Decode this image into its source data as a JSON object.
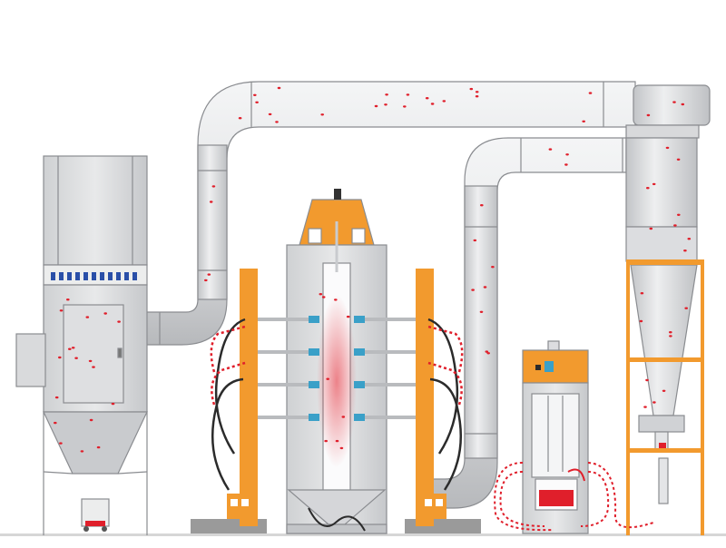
{
  "colors": {
    "duct": "#e2e3e5",
    "duct_shade": "#b9bbbe",
    "outline": "#8a8c90",
    "orange": "#f29a2e",
    "powder": "#e01f2b",
    "hose_dark": "#2b2b2b",
    "gun": "#3aa0c8",
    "nozzle_blue": "#2a4fa8",
    "floor": "#9a9a9a"
  },
  "components": {
    "cartridge_filter": {
      "icon": "cartridge-filter-unit"
    },
    "spray_booth": {
      "icon": "spray-booth-chamber"
    },
    "reciprocators": {
      "icon": "gun-mover-columns",
      "gun_rows": 4
    },
    "powder_center": {
      "icon": "powder-feed-center"
    },
    "cyclone": {
      "icon": "cyclone-separator"
    },
    "ducting": {
      "icon": "air-duct-pipework"
    }
  }
}
